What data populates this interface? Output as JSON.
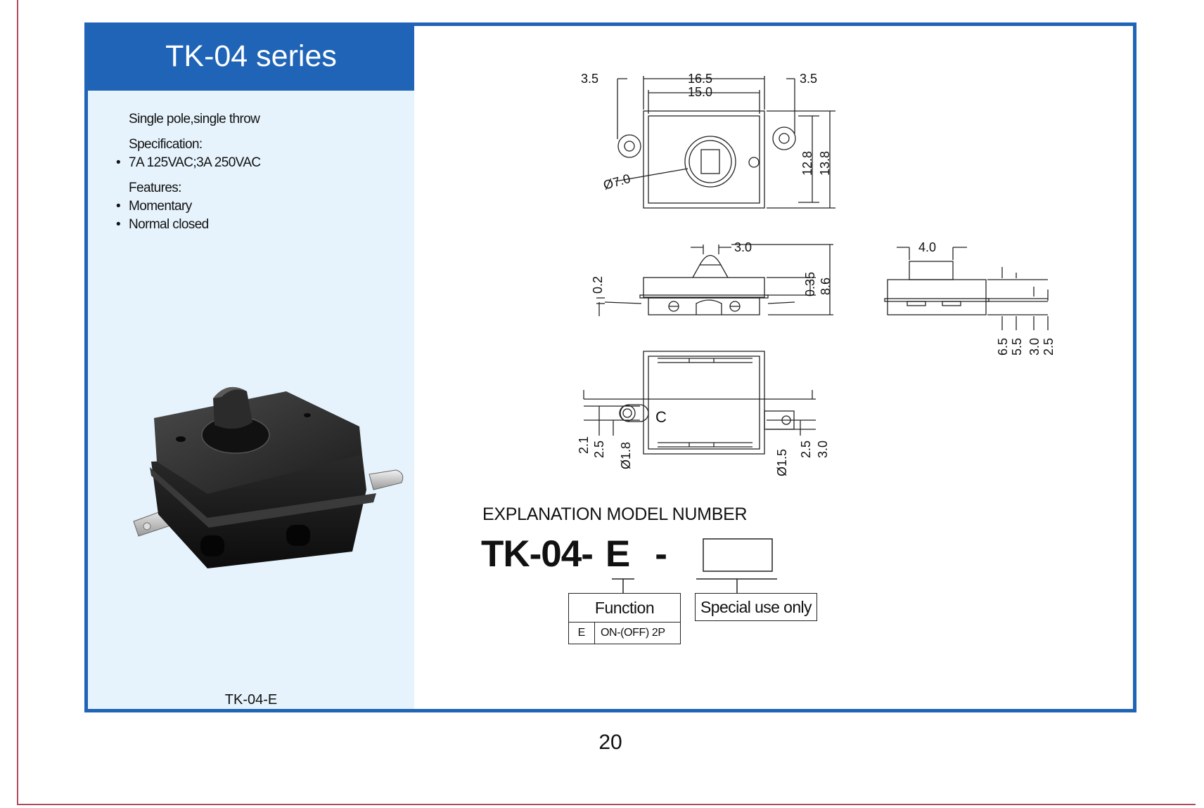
{
  "header": {
    "title": "TK-04 series"
  },
  "specs": {
    "pole": "Single pole,single throw",
    "spec_heading": "Specification:",
    "spec_items": [
      "7A 125VAC;3A 250VAC"
    ],
    "features_heading": "Features:",
    "feature_items": [
      "Momentary",
      "Normal closed"
    ]
  },
  "product": {
    "caption": "TK-04-E"
  },
  "dimensions": {
    "top_view": {
      "width_outer": "16.5",
      "width_inner": "15.0",
      "lug_left": "3.5",
      "lug_right": "3.5",
      "height_inner": "12.8",
      "height_outer": "13.8",
      "actuator_dia": "Ø7.0"
    },
    "side_view": {
      "actuator": "3.0",
      "terminal": "0.2",
      "top": "0.35",
      "height": "8.6"
    },
    "end_view": {
      "actuator": "4.0",
      "d1": "6.5",
      "d2": "5.5",
      "d3": "3.0",
      "d4": "2.5"
    },
    "bottom_view": {
      "terminal_mark": "C",
      "a": "2.1",
      "b": "2.5",
      "hole_left": "Ø1.8",
      "hole_right": "Ø1.5",
      "c": "2.5",
      "d": "3.0"
    }
  },
  "explanation": {
    "title": "EXPLANATION MODEL NUMBER",
    "prefix": "TK-04-",
    "function_code": "E",
    "separator": "-",
    "function_label": "Function",
    "function_rows": [
      {
        "code": "E",
        "desc": "ON-(OFF) 2P"
      }
    ],
    "special_label": "Special use only"
  },
  "footer": {
    "page_number": "20"
  }
}
